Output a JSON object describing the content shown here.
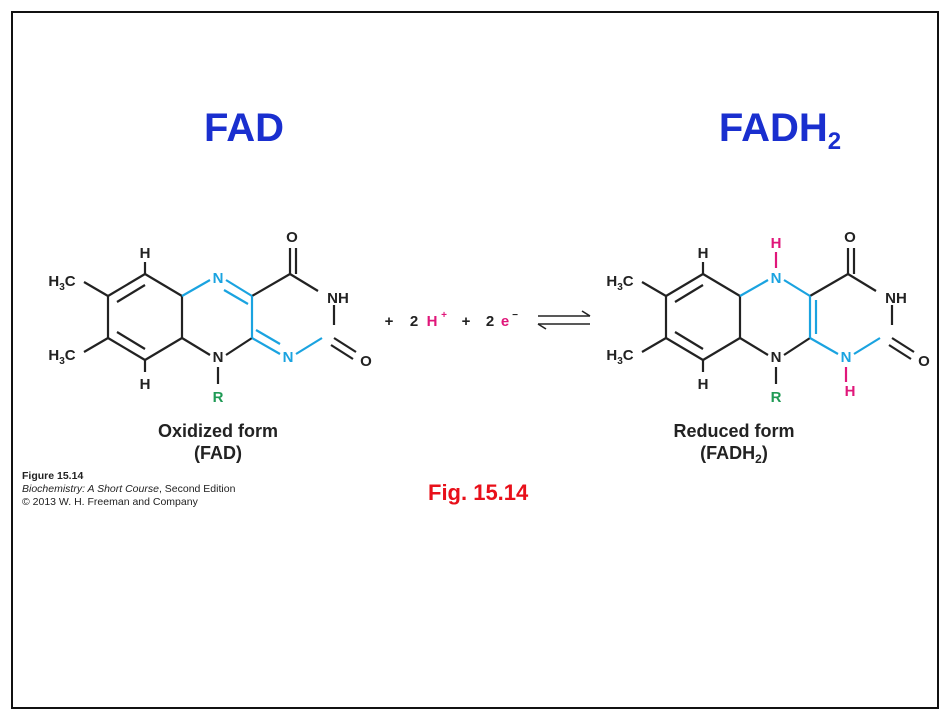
{
  "slide": {
    "heading_left": "FAD",
    "heading_right_main": "FADH",
    "heading_right_sub": "2",
    "figure_ref": "Fig. 15.14"
  },
  "caption": {
    "title": "Figure 15.14",
    "book_title": "Biochemistry: A Short Course",
    "book_edition": ", Second Edition",
    "copyright": "© 2013 W. H. Freeman and Company"
  },
  "oxidized": {
    "label_line1": "Oxidized form",
    "label_line2": "(FAD)",
    "atoms": {
      "h_top": "H",
      "h_bottom": "H",
      "h3c_top": "H3C",
      "h3c_bottom": "H3C",
      "n_top": "N",
      "n_mid": "N",
      "n_bottom": "N",
      "nh": "NH",
      "o_top": "O",
      "o_right": "O",
      "r": "R"
    }
  },
  "reduced": {
    "label_line1_main": "Reduced form",
    "label_line2_main": "(FADH",
    "label_line2_sub": "2",
    "label_line2_end": ")",
    "atoms": {
      "h_top": "H",
      "h_bottom": "H",
      "h3c_top": "H3C",
      "h3c_bottom": "H3C",
      "n_top": "N",
      "n_mid": "N",
      "n_bottom": "N",
      "nh": "NH",
      "o_top": "O",
      "o_right": "O",
      "r": "R",
      "h_on_n_top": "H",
      "h_on_n_mid": "H"
    }
  },
  "reaction": {
    "plus1": "+",
    "coef_h": "2",
    "h_plus": "H",
    "h_plus_charge": "+",
    "plus2": "+",
    "coef_e": "2",
    "e_minus": "e",
    "e_minus_charge": "−"
  },
  "colors": {
    "heading": "#1a2fcf",
    "figure_ref": "#e8101a",
    "nitrogen_highlight": "#1aa3e0",
    "hydrogen_highlight": "#e0177a",
    "r_group": "#1f9a55",
    "bond": "#222222"
  }
}
